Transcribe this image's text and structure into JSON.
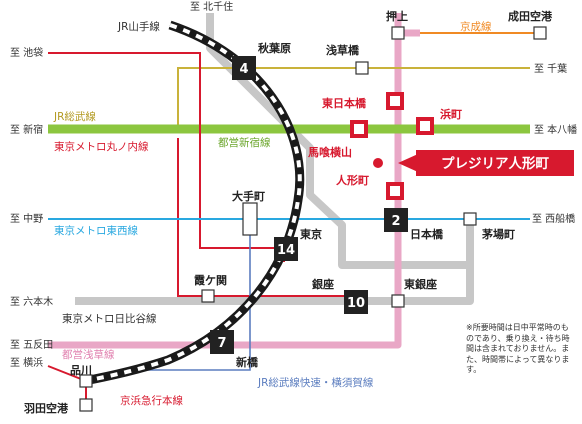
{
  "lines": [
    {
      "id": "jr_yamanote",
      "name": "JR山手線",
      "color": "#1a1a1a"
    },
    {
      "id": "jr_sobu",
      "name": "JR総武線",
      "color": "#c9b23a"
    },
    {
      "id": "toei_shinjuku",
      "name": "都営新宿線",
      "color": "#8cc63f"
    },
    {
      "id": "marunouchi",
      "name": "東京メトロ丸ノ内線",
      "color": "#d7192e"
    },
    {
      "id": "tozai",
      "name": "東京メトロ東西線",
      "color": "#29a8e0"
    },
    {
      "id": "hibiya",
      "name": "東京メトロ日比谷線",
      "color": "#b5b5b5"
    },
    {
      "id": "asakusa",
      "name": "都営浅草線",
      "color": "#e9a0c0"
    },
    {
      "id": "keisei",
      "name": "京成線",
      "color": "#f08a24"
    },
    {
      "id": "jr_yokosuka",
      "name": "JR総武線快速・横須賀線",
      "color": "#5b7dbf"
    },
    {
      "id": "keikyu",
      "name": "京浜急行本線",
      "color": "#d7192e"
    }
  ],
  "stations": {
    "akihabara": "秋葉原",
    "asakusabashi": "浅草橋",
    "oshiage": "押上",
    "narita": "成田空港",
    "higashinihonbashi": "東日本橋",
    "hamacho": "浜町",
    "bakuroyokoyama": "馬喰横山",
    "ningyocho": "人形町",
    "otemachi": "大手町",
    "tokyo": "東京",
    "nihonbashi": "日本橋",
    "kayabacho": "茅場町",
    "kasumigaseki": "霞ケ関",
    "ginza": "銀座",
    "higashiginza": "東銀座",
    "shinbashi": "新橋",
    "shinagawa": "品川",
    "haneda": "羽田空港"
  },
  "destinations": {
    "kitasenju": "至 北千住",
    "ikebukuro": "至 池袋",
    "chiba": "至 千葉",
    "shinjuku": "至 新宿",
    "motoyawata": "至 本八幡",
    "nakano": "至 中野",
    "nishifunabashi": "至 西船橋",
    "roppongi": "至 六本木",
    "gotanda": "至 五反田",
    "yokohama": "至 横浜"
  },
  "minutes": {
    "akihabara": "4",
    "nihonbashi": "2",
    "tokyo": "14",
    "ginza": "10",
    "shinbashi": "7"
  },
  "property": {
    "name": "プレジリア人形町",
    "color": "#d7192e"
  },
  "note": "※所要時間は日中平常時のものであり、乗り換え・待ち時間は含まれておりません。また、時間帯によって異なります。"
}
